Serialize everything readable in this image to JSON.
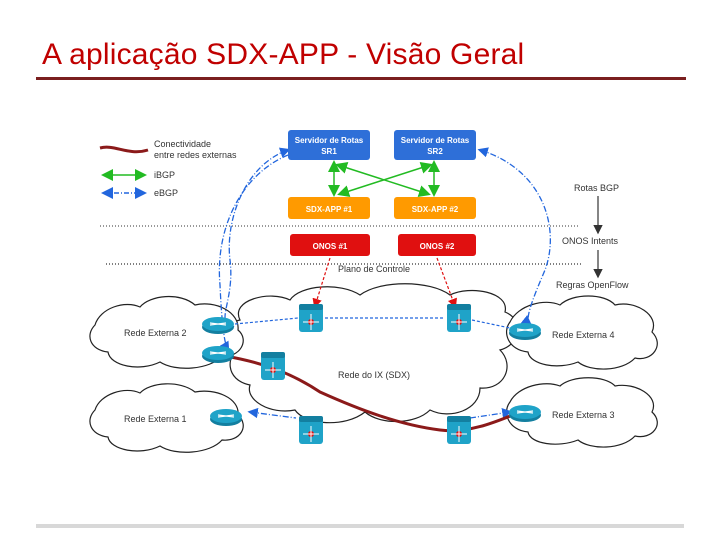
{
  "slide": {
    "title": "A aplicação SDX-APP - Visão Geral"
  },
  "legend": {
    "connectivity": "Conectividade entre redes externas",
    "connectivity_line1": "Conectividade",
    "connectivity_line2": "entre redes externas",
    "ibgp": "iBGP",
    "ebgp": "eBGP"
  },
  "route_servers": [
    {
      "line1": "Servidor de Rotas",
      "line2": "SR1"
    },
    {
      "line1": "Servidor de Rotas",
      "line2": "SR2"
    }
  ],
  "apps": [
    "SDX-APP #1",
    "SDX-APP #2"
  ],
  "controllers": [
    "ONOS #1",
    "ONOS #2"
  ],
  "labels": {
    "bgp_routes": "Rotas BGP",
    "onos_intents": "ONOS Intents",
    "openflow_rules": "Regras OpenFlow",
    "control_plane": "Plano de Controle",
    "ix_network": "Rede do IX  (SDX)"
  },
  "external_networks": [
    "Rede Externa 2",
    "Rede Externa 1",
    "Rede Externa 4",
    "Rede Externa 3"
  ],
  "colors": {
    "title": "#c00000",
    "route_server": "#2e6fd8",
    "sdx_app": "#ff9a00",
    "onos": "#e01010",
    "ibgp": "#22bb22",
    "ebgp": "#2266dd",
    "connectivity": "#8b1a1a",
    "router": "#1fa3c8"
  }
}
